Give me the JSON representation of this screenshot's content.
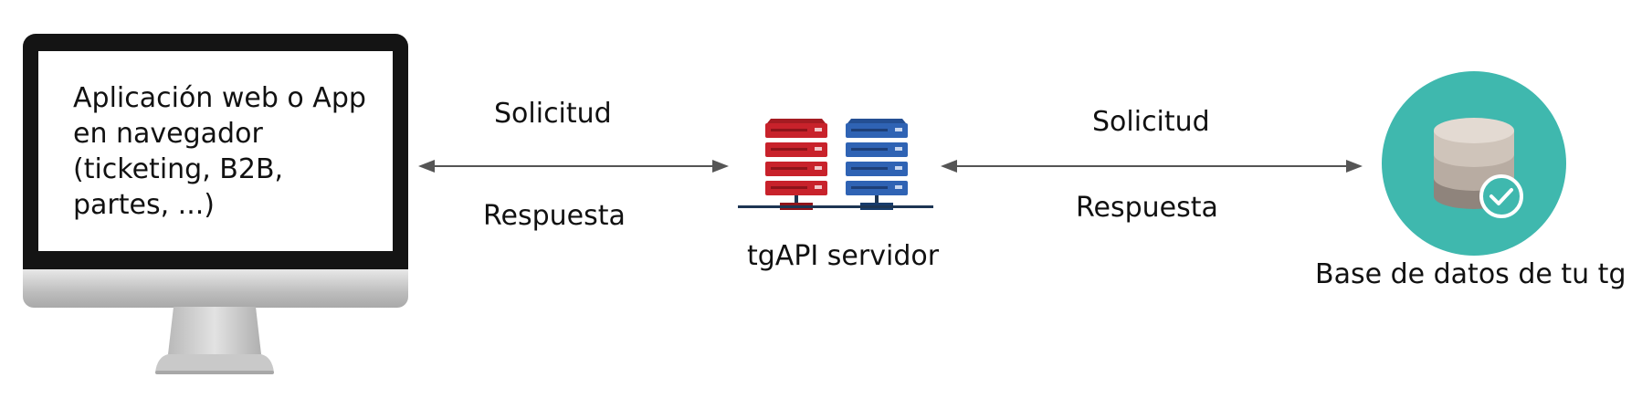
{
  "client": {
    "label": "Aplicación web o App\nen navegador\n(ticketing, B2B,\npartes, ...)",
    "icon": "desktop-monitor-icon"
  },
  "link_client_server": {
    "request_label": "Solicitud",
    "response_label": "Respuesta",
    "arrow": "bidirectional-arrow"
  },
  "server": {
    "label": "tgAPI servidor",
    "icon": "server-rack-icon",
    "colors": {
      "left_rack": "#c8222b",
      "right_rack": "#2f63b4",
      "network": "#1d3553"
    }
  },
  "link_server_db": {
    "request_label": "Solicitud",
    "response_label": "Respuesta",
    "arrow": "bidirectional-arrow"
  },
  "database": {
    "label": "Base de datos de tu tg",
    "icon": "database-check-icon",
    "colors": {
      "circle": "#3fb8ae",
      "cylinder_top": "#d9cec4",
      "cylinder_mid": "#b8aca2",
      "cylinder_bottom": "#8f847c"
    }
  },
  "colors": {
    "arrow": "#555555",
    "text": "#111111"
  }
}
